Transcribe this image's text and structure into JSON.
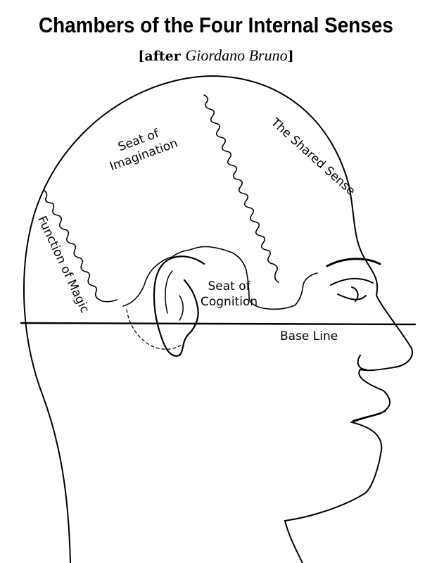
{
  "title": "Chambers of the Four Internal Senses",
  "subtitle": {
    "open": "[after ",
    "name": "Giordano Bruno",
    "close": "]"
  },
  "labels": {
    "imagination_1": "Seat of",
    "imagination_2": "Imagination",
    "shared_sense": "The Shared Sense",
    "magic": "Function of Magic",
    "cognition_1": "Seat of",
    "cognition_2": "Cognition",
    "base_line": "Base Line"
  }
}
